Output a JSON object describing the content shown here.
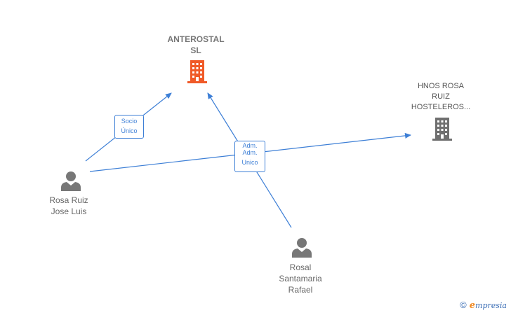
{
  "nodes": {
    "company_main": {
      "lines": [
        "ANTEROSTAL",
        "SL"
      ],
      "color": "#f05a28"
    },
    "company_other": {
      "lines": [
        "HNOS ROSA",
        "RUIZ",
        "HOSTELEROS..."
      ],
      "color": "#707070"
    },
    "person_rosa": {
      "lines": [
        "Rosa Ruiz",
        "Jose Luis"
      ]
    },
    "person_rosal": {
      "lines": [
        "Rosal",
        "Santamaria",
        "Rafael"
      ]
    }
  },
  "edges": {
    "socio": {
      "lines": [
        "Socio",
        "Único"
      ]
    },
    "adm": {
      "lines": [
        "Adm.",
        "Adm.",
        "Unico"
      ]
    }
  },
  "colors": {
    "edge": "#3d7fd6",
    "person": "#777777"
  },
  "brand": {
    "copyright": "©",
    "name": "mpresia",
    "initial": "e"
  }
}
